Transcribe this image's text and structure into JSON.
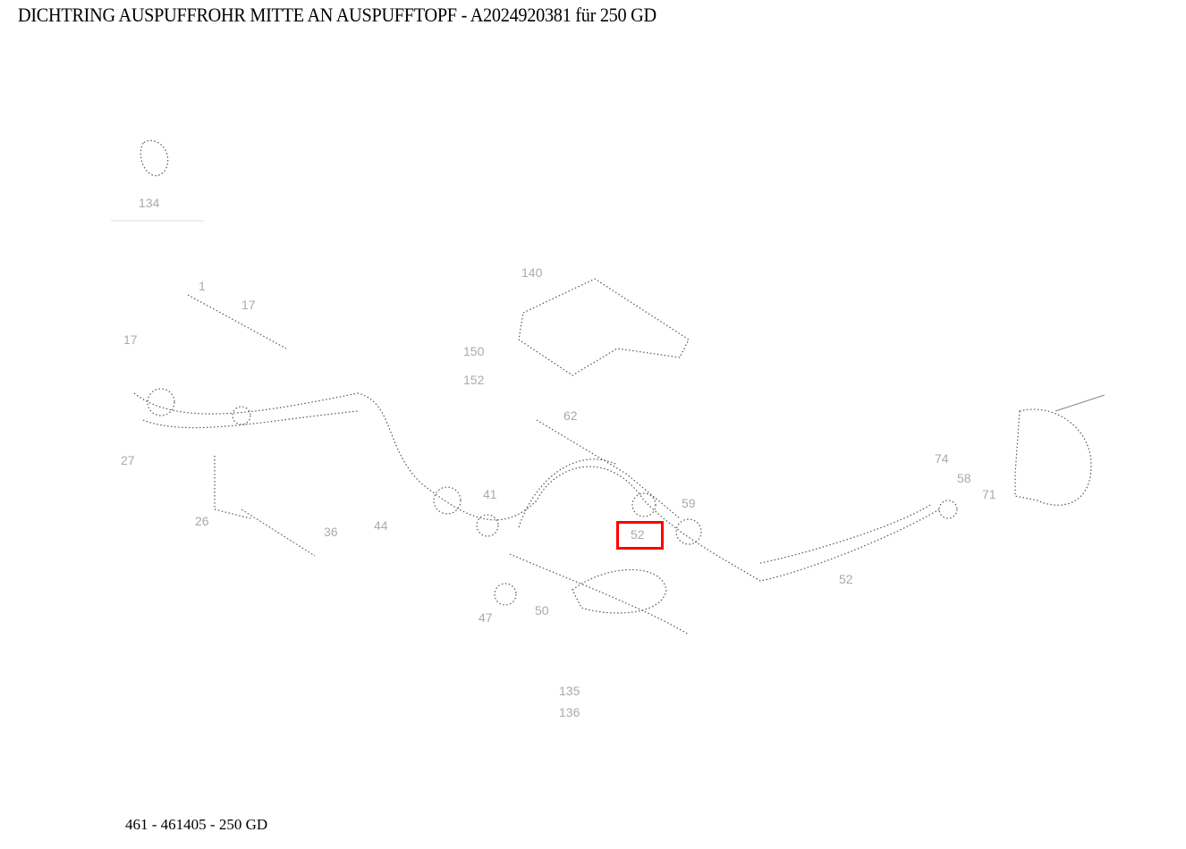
{
  "title": "DICHTRING AUSPUFFROHR MITTE AN AUSPUFFTOPF - A2024920381 für 250 GD",
  "footer": "461 - 461405 - 250 GD",
  "diagram": {
    "labels": [
      "134",
      "140",
      "1",
      "17",
      "17",
      "150",
      "152",
      "62",
      "44",
      "41",
      "47",
      "50",
      "52",
      "58",
      "59",
      "74",
      "71",
      "27",
      "26",
      "36",
      "135",
      "136",
      "52"
    ],
    "highlight_color": "#ff0000"
  }
}
